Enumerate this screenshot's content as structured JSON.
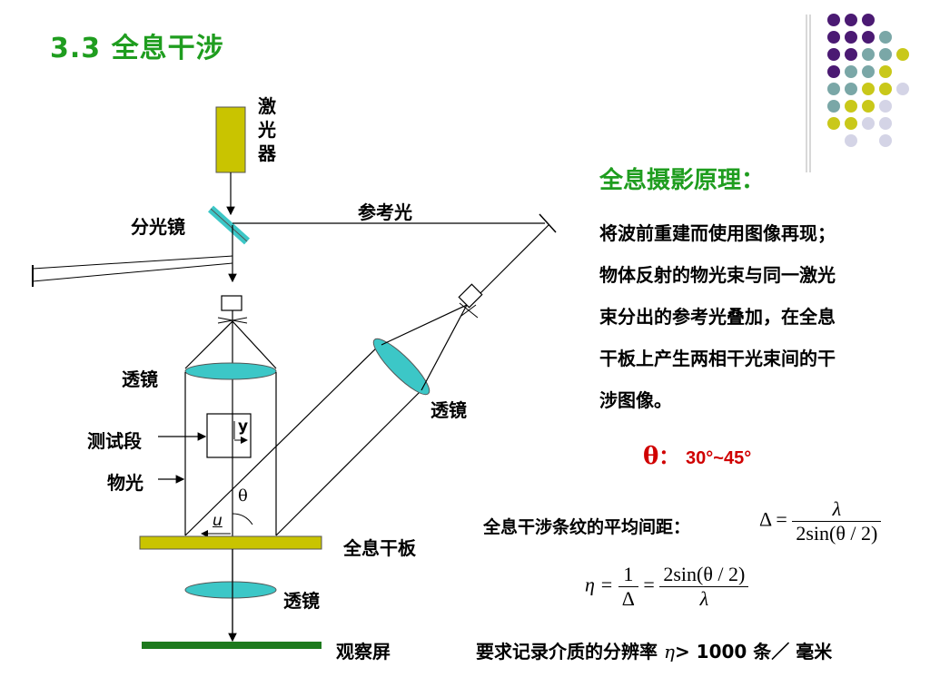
{
  "slide": {
    "title": "3.3 全息干涉"
  },
  "diagram": {
    "labels": {
      "laser": [
        "激",
        "光",
        "器"
      ],
      "beam_splitter": "分光镜",
      "reference_light": "参考光",
      "lens_left": "透镜",
      "lens_right": "透镜",
      "test_section": "测试段",
      "y_axis": "y",
      "object_light": "物光",
      "theta": "θ",
      "u": "u",
      "hologram_plate": "全息干板",
      "lens_bottom": "透镜",
      "screen": "观察屏"
    },
    "colors": {
      "laser": "#c9c400",
      "lens": "#3cc7c7",
      "hologram_plate": "#c9c400",
      "screen": "#1d7a1d",
      "line": "#000000"
    }
  },
  "principle": {
    "title": "全息摄影原理：",
    "lines": [
      "将波前重建而使用图像再现；",
      "物体反射的物光束与同一激光",
      "束分出的参考光叠加，在全息",
      "干板上产生两相干光束间的干",
      "涉图像。"
    ]
  },
  "angle_range": {
    "symbol": "θ",
    "colon": "：",
    "value": "30°~45°"
  },
  "fringe_spacing": {
    "label": "全息干涉条纹的平均间距：",
    "lhs": "Δ =",
    "numerator": "λ",
    "denominator": "2sin(θ / 2)"
  },
  "resolution_formula": {
    "lhs": "η =",
    "frac1_num": "1",
    "frac1_den": "Δ",
    "eq": "=",
    "frac2_num": "2sin(θ / 2)",
    "frac2_den": "λ"
  },
  "requirement": {
    "prefix": "要求记录介质的分辨率",
    "symbol": "η",
    "suffix": "> 1000 条／ 毫米"
  },
  "decoration": {
    "dot_colors": [
      "#4b1a73",
      "#7aa7a7",
      "#c9c81a",
      "#d4d4e6"
    ]
  }
}
